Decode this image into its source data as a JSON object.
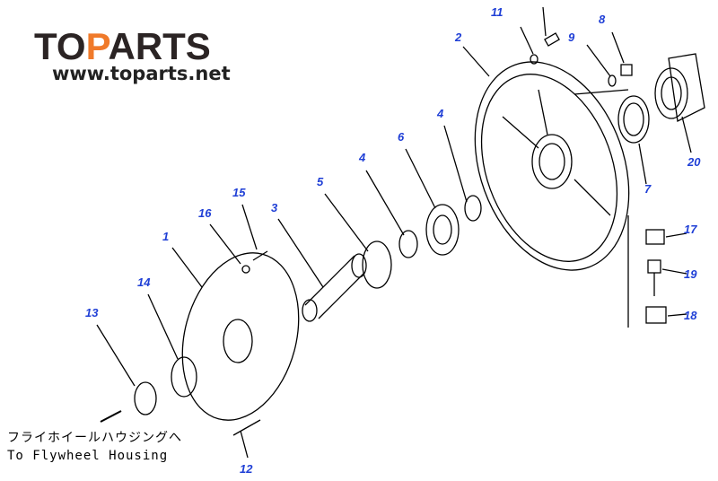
{
  "logo": {
    "text": "TOPARTS",
    "url": "www.toparts.net",
    "accent_color": "#f07a2a",
    "dark_color": "#2b2424"
  },
  "callouts": [
    {
      "id": "c11",
      "label": "11"
    },
    {
      "id": "c9",
      "label": "9"
    },
    {
      "id": "c8",
      "label": "8"
    },
    {
      "id": "c2",
      "label": "2"
    },
    {
      "id": "c4a",
      "label": "4"
    },
    {
      "id": "c6",
      "label": "6"
    },
    {
      "id": "c4b",
      "label": "4"
    },
    {
      "id": "c5",
      "label": "5"
    },
    {
      "id": "c3",
      "label": "3"
    },
    {
      "id": "c15",
      "label": "15"
    },
    {
      "id": "c16",
      "label": "16"
    },
    {
      "id": "c1",
      "label": "1"
    },
    {
      "id": "c14",
      "label": "14"
    },
    {
      "id": "c13",
      "label": "13"
    },
    {
      "id": "c12",
      "label": "12"
    },
    {
      "id": "c17",
      "label": "17"
    },
    {
      "id": "c19",
      "label": "19"
    },
    {
      "id": "c18",
      "label": "18"
    },
    {
      "id": "c7",
      "label": "7"
    },
    {
      "id": "c20",
      "label": "20"
    }
  ],
  "note": {
    "japanese": "フライホイールハウジングへ",
    "english": "To Flywheel Housing"
  },
  "label_color": "#1f3fd6"
}
